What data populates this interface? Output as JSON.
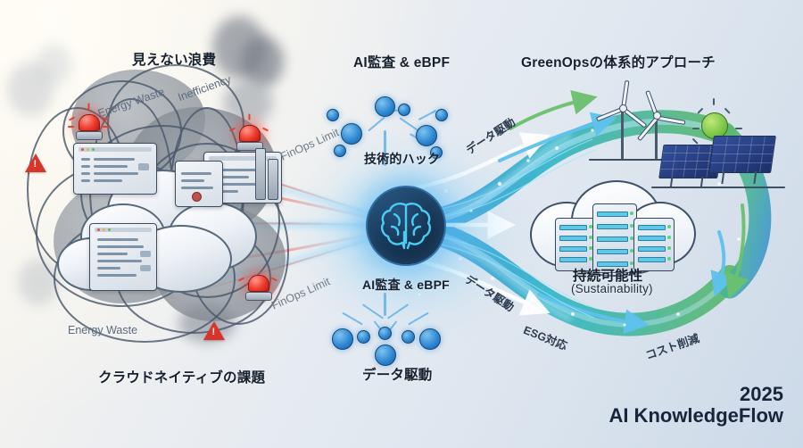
{
  "page": {
    "background_left": "#fbf8f0",
    "background_right": "#ccd9e8",
    "accent_blue": "#2a84d0",
    "accent_cyan": "#5ec8e8",
    "accent_green": "#5fb86a",
    "alert_red": "#d9342a",
    "text_dark": "#16202e"
  },
  "left_section": {
    "title": "見えない浪費",
    "caption": "クラウドネイティブの課題",
    "labels": {
      "energy_waste_top": "Energy Waste",
      "inefficiency": "Inefficiency",
      "energy_waste_bottom": "Energy Waste",
      "finops_limit_top": "FinOps Limit",
      "finops_limit_bottom": "FinOps Limit"
    },
    "icons": {
      "siren": "siren-icon",
      "warning": "warning-triangle-icon",
      "document": "document-icon",
      "smoke": "smoke-icon",
      "tangled_wires": "tangled-wires-icon",
      "cloud": "cloud-icon"
    }
  },
  "center_section": {
    "title": "AI監査 & eBPF",
    "subtitle_top": "技術的ハック",
    "label_bottom": "AI監査 & eBPF",
    "caption": "データ駆動",
    "icons": {
      "brain": "brain-icon",
      "node_network": "node-network-icon"
    }
  },
  "flow_labels": {
    "data_driven_upper": "データ駆動",
    "data_driven_lower": "データ駆動",
    "esg": "ESG対応",
    "cost_reduction": "コスト削減"
  },
  "right_section": {
    "title": "GreenOpsの体系的アプローチ",
    "sustainability_jp": "持続可能性",
    "sustainability_en": "(Sustainability)",
    "icons": {
      "wind_turbine": "wind-turbine-icon",
      "sun": "sun-icon",
      "solar_panel": "solar-panel-icon",
      "data_center_cloud": "data-center-cloud-icon",
      "server_rack": "server-rack-icon"
    }
  },
  "branding": {
    "year": "2025",
    "name": "AI KnowledgeFlow"
  }
}
